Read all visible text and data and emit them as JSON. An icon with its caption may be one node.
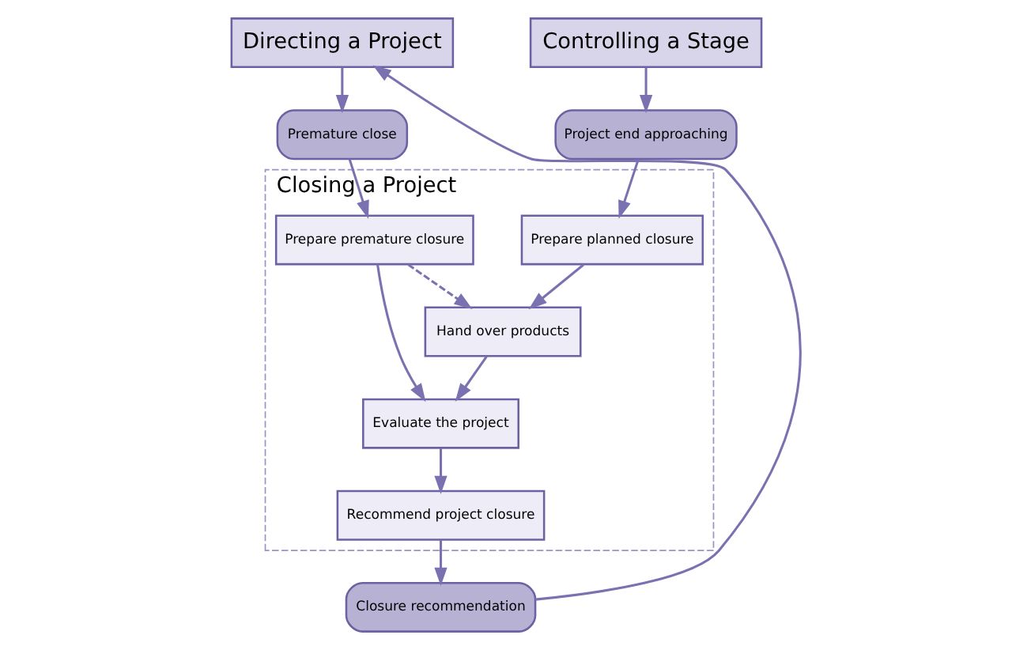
{
  "diagram": {
    "nodes": [
      {
        "text": [
          "Directing a Project"
        ]
      },
      {
        "text": [
          "Controlling a Stage"
        ]
      },
      {
        "text": [
          "Closing a Project"
        ]
      },
      {
        "text": [
          "Premature close"
        ]
      },
      {
        "text": [
          "Project end approaching"
        ]
      },
      {
        "text": [
          "Prepare planned closure"
        ],
        "in": 2
      },
      {
        "text": [
          "Prepare premature closure"
        ],
        "in": 2
      },
      {
        "text": [
          "Hand over products"
        ],
        "in": 2
      },
      {
        "text": [
          "Evaluate the project"
        ],
        "in": 2
      },
      {
        "text": [
          "Recommend project closure"
        ],
        "in": 2
      },
      {
        "text": [
          "Closure recommendation"
        ]
      }
    ],
    "edges": [
      {
        "from": 0,
        "to": 3,
        "arrow": "to"
      },
      {
        "from": 1,
        "to": 4,
        "arrow": "to"
      },
      {
        "from": 4,
        "to": 5,
        "arrow": "to"
      },
      {
        "from": 3,
        "to": 6,
        "arrow": "to"
      },
      {
        "from": 5,
        "to": 7,
        "arrow": "to"
      },
      {
        "from": 6,
        "to": 7,
        "arrow": "to",
        "style": "dashed"
      },
      {
        "from": 6,
        "to": 8,
        "arrow": "to"
      },
      {
        "from": 7,
        "to": 8,
        "arrow": "to"
      },
      {
        "from": 8,
        "to": 9,
        "arrow": "to"
      },
      {
        "from": 9,
        "to": 10,
        "arrow": "to"
      },
      {
        "from": 10,
        "to": 0,
        "arrow": "to"
      }
    ]
  }
}
